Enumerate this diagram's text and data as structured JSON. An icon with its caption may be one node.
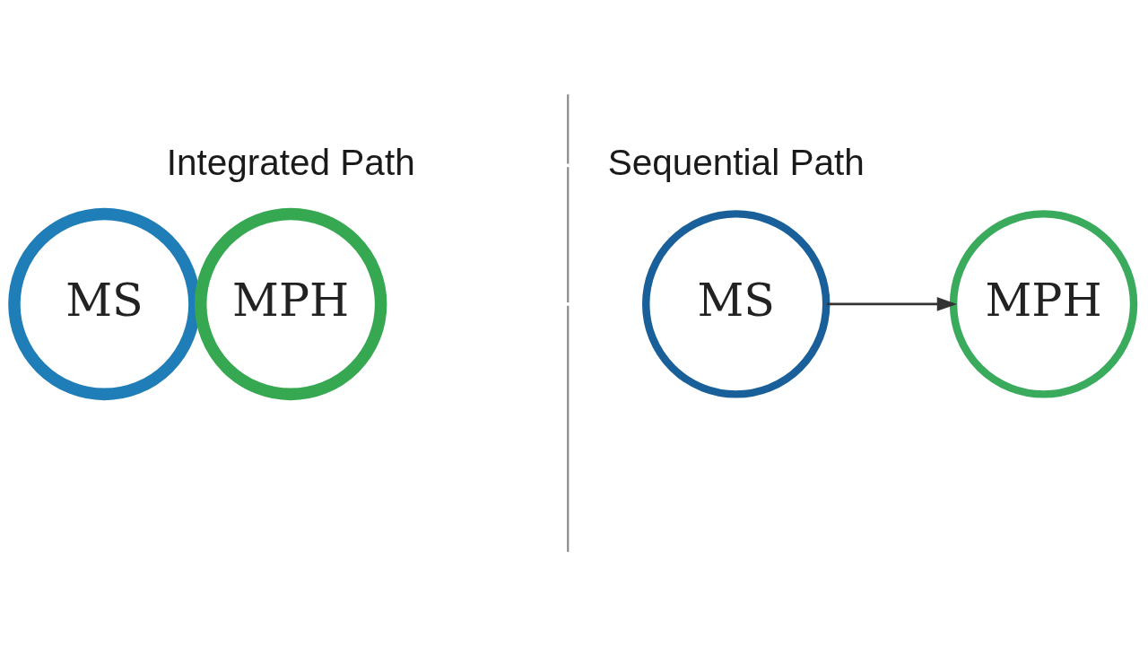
{
  "diagram": {
    "nodes": [
      {
        "text": [
          "MS"
        ]
      },
      {
        "text": [
          "MPH"
        ]
      },
      {
        "text": [
          "MS"
        ]
      },
      {
        "text": [
          "MPH"
        ]
      }
    ],
    "edges": [
      {
        "from": 2,
        "to": 3,
        "arrow": "to"
      }
    ],
    "labels": [
      "Integrated Path",
      "Sequential Path"
    ]
  }
}
